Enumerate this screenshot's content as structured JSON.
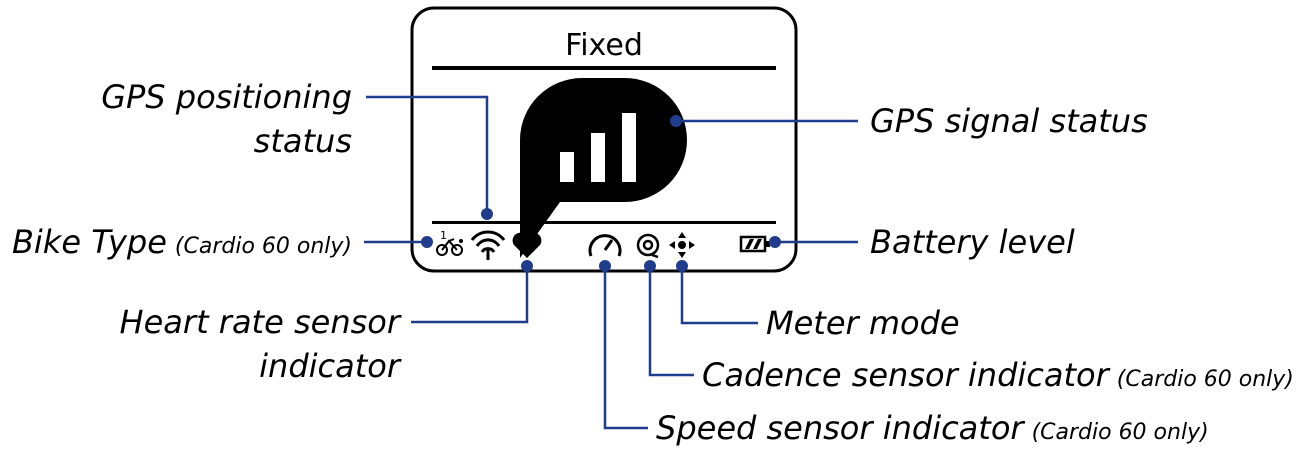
{
  "screen": {
    "title": "Fixed"
  },
  "callouts": {
    "gps_positioning": {
      "line1": "GPS positioning",
      "line2": "status"
    },
    "gps_signal": "GPS signal status",
    "bike_type": {
      "main": "Bike Type",
      "note": "(Cardio 60 only)"
    },
    "battery": "Battery level",
    "heart_rate": {
      "line1": "Heart rate sensor",
      "line2": "indicator"
    },
    "meter_mode": "Meter mode",
    "cadence": {
      "main": "Cadence sensor indicator",
      "note": "(Cardio 60 only)"
    },
    "speed": {
      "main": "Speed sensor indicator",
      "note": "(Cardio 60 only)"
    }
  },
  "icons": {
    "bike_number": "1",
    "gps_signal_bars": 3,
    "battery_bars": 2
  },
  "colors": {
    "leader_line": "#1f3d8c",
    "screen_ink": "#000000"
  }
}
